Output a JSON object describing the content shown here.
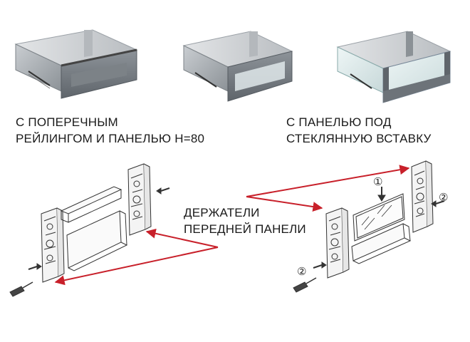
{
  "captions": {
    "left": {
      "line1": "С ПОПЕРЕЧНЫМ",
      "line2": "РЕЙЛИНГОМ И ПАНЕЛЬЮ H=80"
    },
    "right": {
      "line1": "С ПАНЕЛЬЮ ПОД",
      "line2": "СТЕКЛЯННУЮ ВСТАВКУ"
    }
  },
  "holders_label": {
    "line1": "ДЕРЖАТЕЛИ",
    "line2": "ПЕРЕДНЕЙ ПАНЕЛИ"
  },
  "step_markers": {
    "one": "①",
    "two": "②"
  },
  "colors": {
    "arrow": "#c8202a",
    "drawer_body": "#9aa0a6",
    "drawer_dark": "#6d7379",
    "line": "#333333"
  }
}
